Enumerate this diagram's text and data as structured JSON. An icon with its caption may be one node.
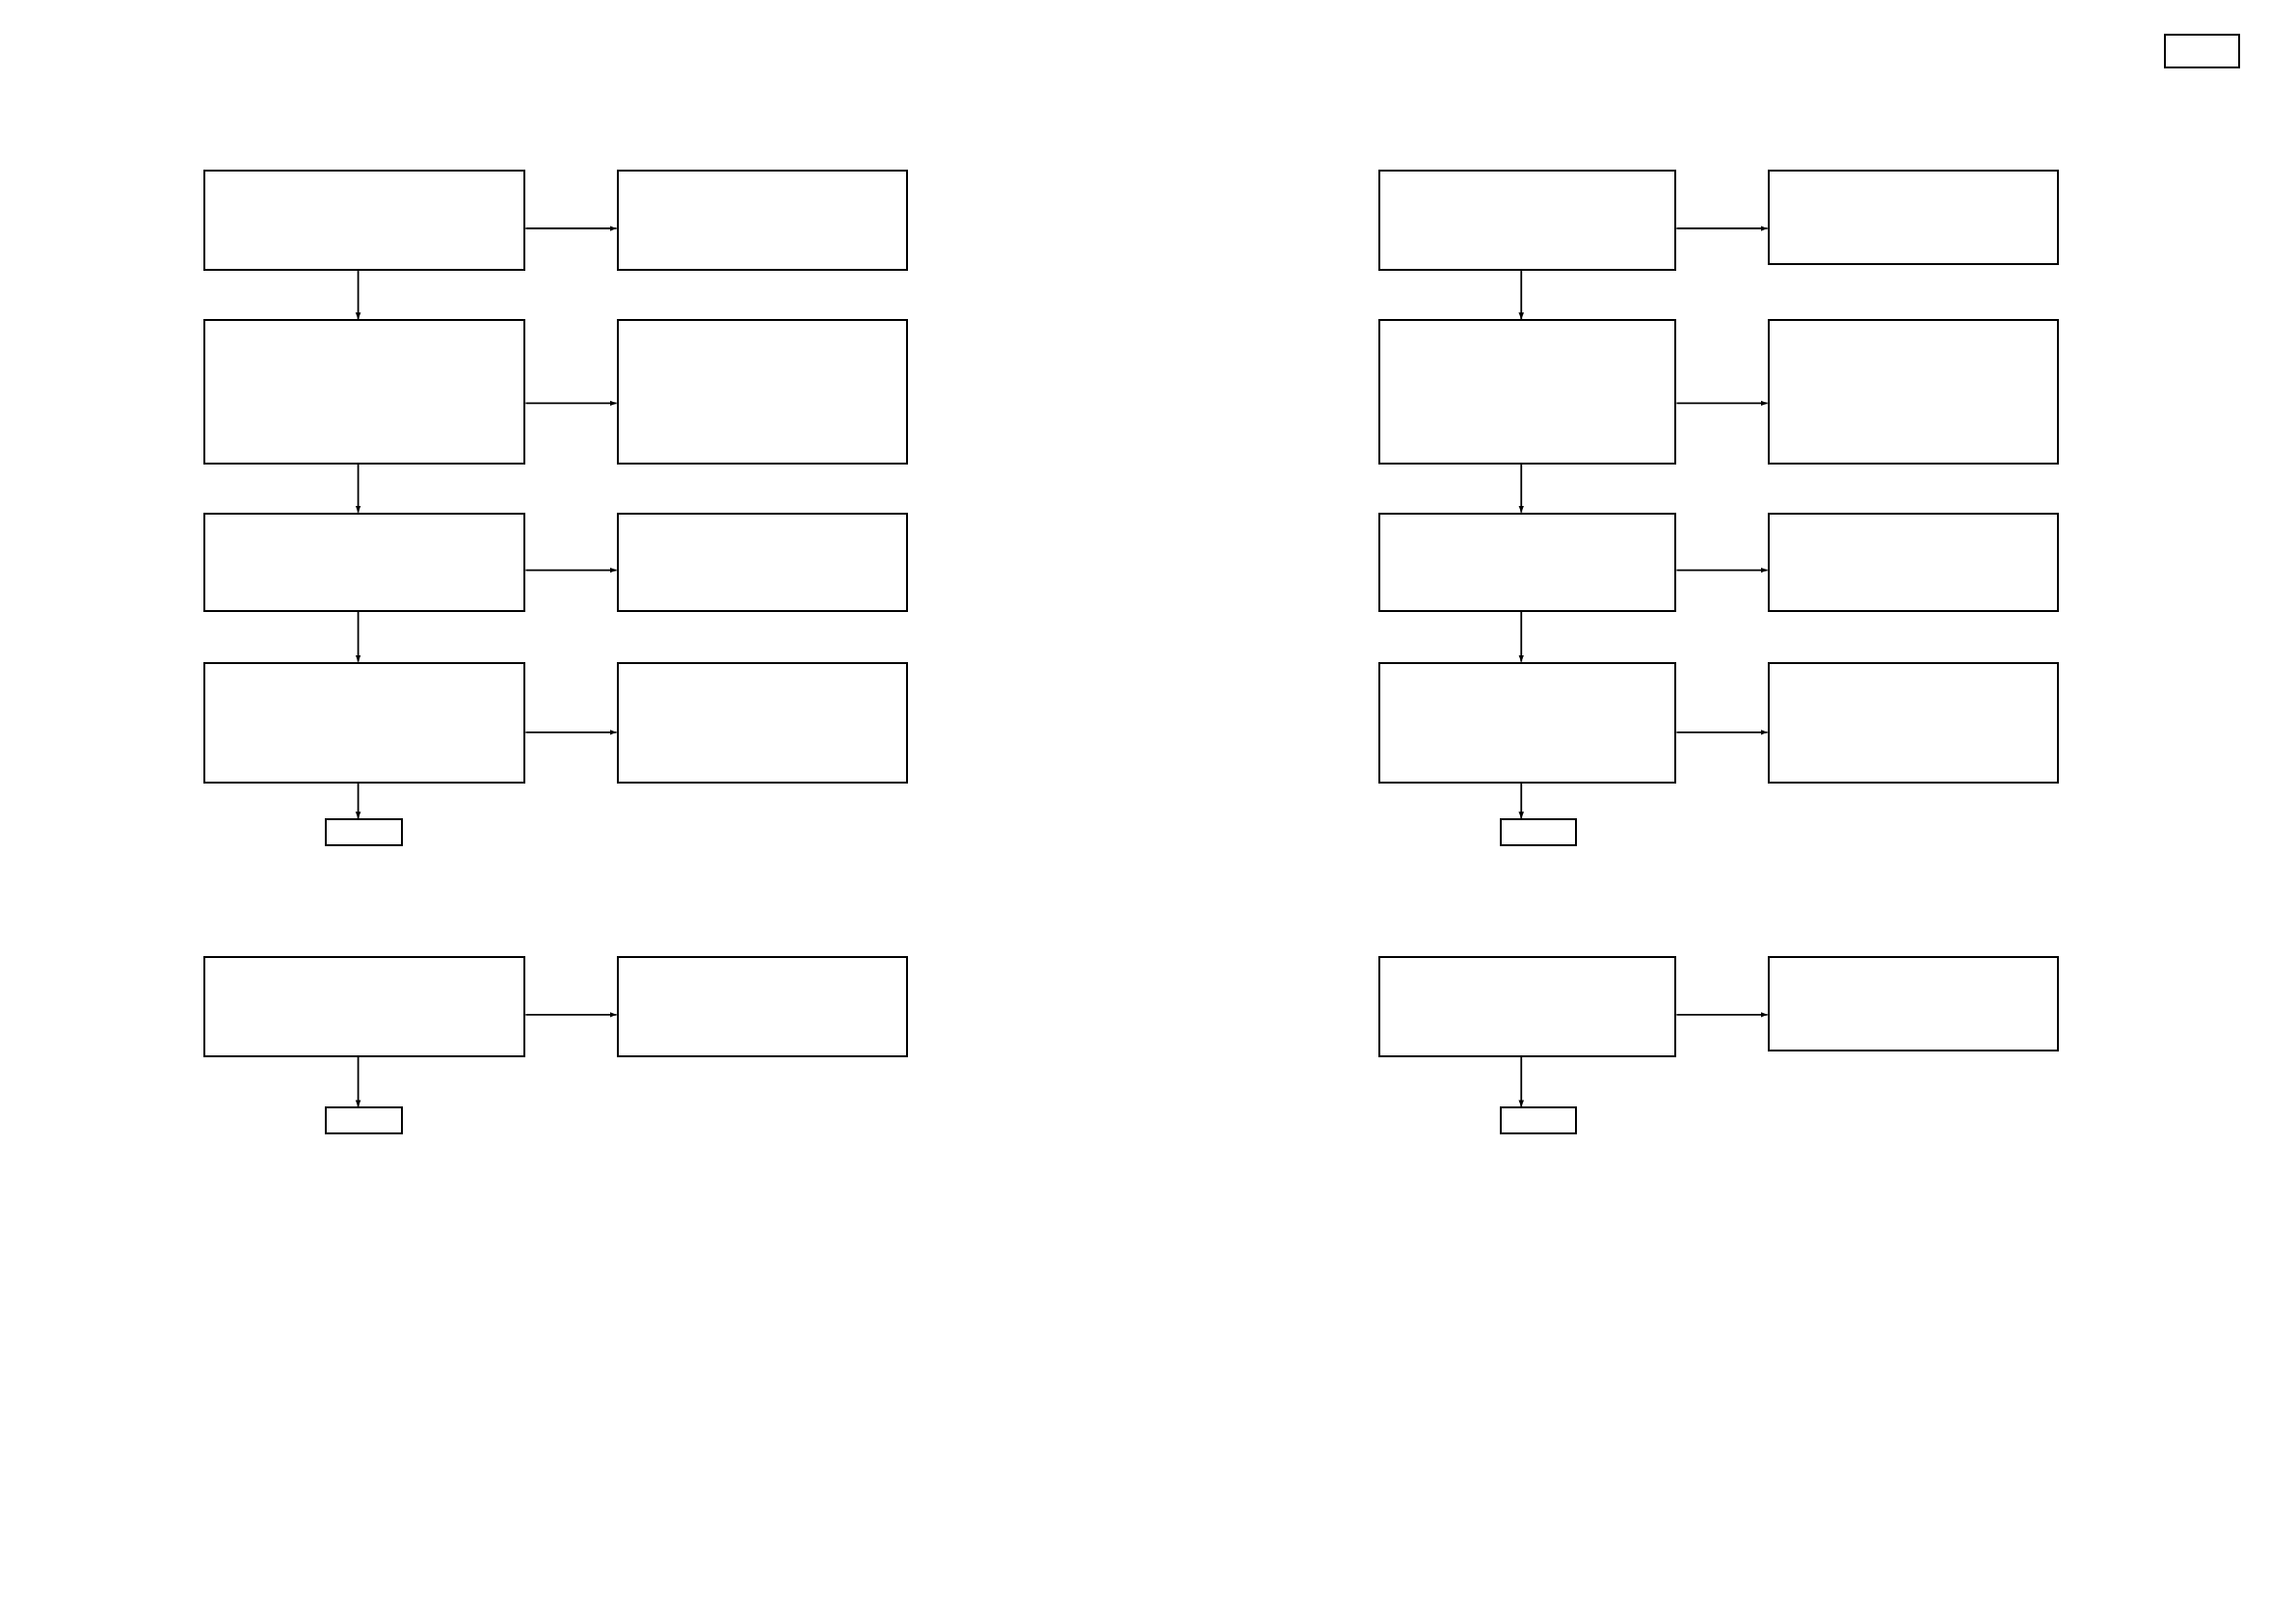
{
  "diagram": {
    "nodes": [
      {
        "text": [],
        "shape": "box"
      },
      {
        "text": [],
        "shape": "box"
      },
      {
        "text": [],
        "shape": "box"
      },
      {
        "text": [],
        "shape": "box"
      },
      {
        "text": [],
        "shape": "box"
      },
      {
        "text": [],
        "shape": "box"
      },
      {
        "text": [],
        "shape": "box"
      },
      {
        "text": [],
        "shape": "box"
      },
      {
        "text": [],
        "shape": "box"
      },
      {
        "text": [],
        "shape": "box"
      },
      {
        "text": [],
        "shape": "box"
      },
      {
        "text": [],
        "shape": "box"
      },
      {
        "text": [],
        "shape": "box"
      },
      {
        "text": [],
        "shape": "box"
      },
      {
        "text": [],
        "shape": "box"
      },
      {
        "text": [],
        "shape": "box"
      },
      {
        "text": [],
        "shape": "box"
      },
      {
        "text": [],
        "shape": "box"
      },
      {
        "text": [],
        "shape": "box"
      },
      {
        "text": [],
        "shape": "box"
      },
      {
        "text": [],
        "shape": "box"
      },
      {
        "text": [],
        "shape": "box"
      },
      {
        "text": [],
        "shape": "box"
      },
      {
        "text": [],
        "shape": "box"
      },
      {
        "text": [],
        "shape": "box"
      }
    ],
    "edges": [
      {
        "from": 0,
        "to": 1,
        "arrow": "to"
      },
      {
        "from": 0,
        "to": 2,
        "arrow": "to"
      },
      {
        "from": 2,
        "to": 3,
        "arrow": "to"
      },
      {
        "from": 2,
        "to": 4,
        "arrow": "to"
      },
      {
        "from": 4,
        "to": 5,
        "arrow": "to"
      },
      {
        "from": 4,
        "to": 6,
        "arrow": "to"
      },
      {
        "from": 6,
        "to": 7,
        "arrow": "to"
      },
      {
        "from": 6,
        "to": 8,
        "arrow": "to"
      },
      {
        "from": 9,
        "to": 10,
        "arrow": "to"
      },
      {
        "from": 9,
        "to": 11,
        "arrow": "to"
      },
      {
        "from": 12,
        "to": 13,
        "arrow": "to"
      },
      {
        "from": 12,
        "to": 14,
        "arrow": "to"
      },
      {
        "from": 14,
        "to": 15,
        "arrow": "to"
      },
      {
        "from": 14,
        "to": 16,
        "arrow": "to"
      },
      {
        "from": 16,
        "to": 17,
        "arrow": "to"
      },
      {
        "from": 16,
        "to": 18,
        "arrow": "to"
      },
      {
        "from": 18,
        "to": 19,
        "arrow": "to"
      },
      {
        "from": 18,
        "to": 20,
        "arrow": "to"
      },
      {
        "from": 21,
        "to": 22,
        "arrow": "to"
      },
      {
        "from": 21,
        "to": 23,
        "arrow": "to"
      }
    ]
  }
}
